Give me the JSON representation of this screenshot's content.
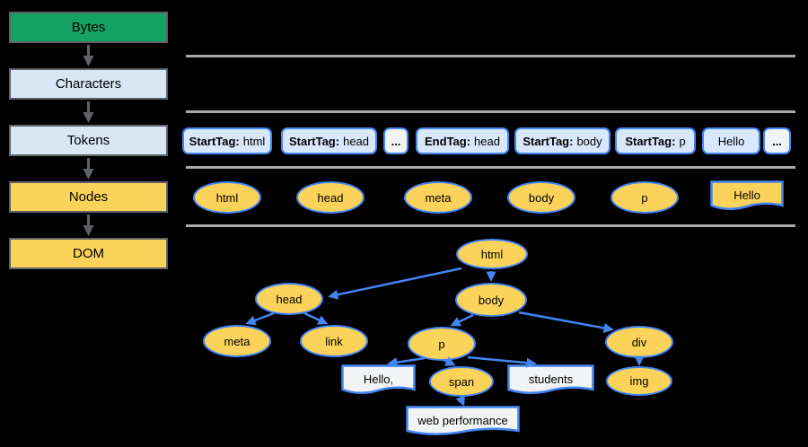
{
  "palette": {
    "background": "#000000",
    "green": "#14A263",
    "light_blue": "#D8E6F6",
    "yellow": "#FBD35B",
    "blue_accent": "#4285F4",
    "box_border_gray": "#5F6368",
    "separator_gray": "#A9A9A9",
    "token_fill": "#D9E7FC",
    "text_node_fill": "#F1F3F4"
  },
  "pipeline": {
    "stages": [
      {
        "label": "Bytes"
      },
      {
        "label": "Characters"
      },
      {
        "label": "Tokens"
      },
      {
        "label": "Nodes"
      },
      {
        "label": "DOM"
      }
    ]
  },
  "tokens": {
    "items": [
      {
        "tag": "StartTag:",
        "value": "html"
      },
      {
        "tag": "StartTag:",
        "value": "head"
      },
      {
        "value": "..."
      },
      {
        "tag": "EndTag:",
        "value": "head"
      },
      {
        "tag": "StartTag:",
        "value": "body"
      },
      {
        "tag": "StartTag:",
        "value": "p"
      },
      {
        "value": "Hello"
      },
      {
        "value": "..."
      }
    ]
  },
  "nodes_row": {
    "ellipses": [
      "html",
      "head",
      "meta",
      "body",
      "p"
    ],
    "text_node": "Hello"
  },
  "dom_tree": {
    "nodes": {
      "html": "html",
      "head": "head",
      "body": "body",
      "meta": "meta",
      "link": "link",
      "p": "p",
      "div": "div",
      "span": "span",
      "img": "img",
      "text_hello": "Hello,",
      "text_students": "students",
      "text_webperf": "web performance"
    },
    "edges": [
      [
        "html",
        "head"
      ],
      [
        "html",
        "body"
      ],
      [
        "head",
        "meta"
      ],
      [
        "head",
        "link"
      ],
      [
        "body",
        "p"
      ],
      [
        "body",
        "div"
      ],
      [
        "p",
        "text_hello"
      ],
      [
        "p",
        "span"
      ],
      [
        "p",
        "text_students"
      ],
      [
        "span",
        "text_webperf"
      ],
      [
        "div",
        "img"
      ]
    ]
  }
}
